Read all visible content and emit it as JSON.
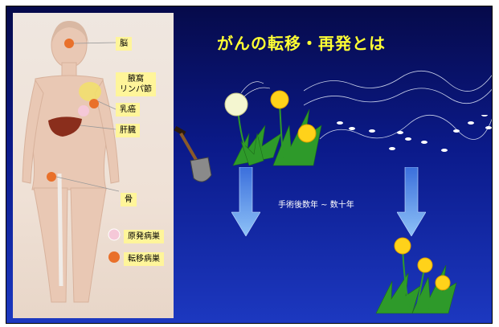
{
  "slide": {
    "title": "がんの転移・再発とは",
    "period_text": "手術後数年 ~ 数十年"
  },
  "labels": {
    "brain": "脳",
    "axilla_line1": "腋窩",
    "axilla_line2": "リンパ節",
    "breast_cancer": "乳癌",
    "liver": "肝臓",
    "bone": "骨",
    "primary_lesion": "原発病巣",
    "metastatic_lesion": "転移病巣"
  },
  "colors": {
    "background_top": "#060a4a",
    "background_bottom": "#1c38c0",
    "title": "#ffff33",
    "label_bg": "#fff59a",
    "lesion_orange": "#e9702a",
    "primary_pink": "#f5c8d8",
    "arrow": "#6aa6f0"
  },
  "icons": [
    "shovel-icon",
    "dandelion-plant-icon",
    "seed-icon",
    "down-arrow-icon",
    "body-silhouette-icon"
  ]
}
